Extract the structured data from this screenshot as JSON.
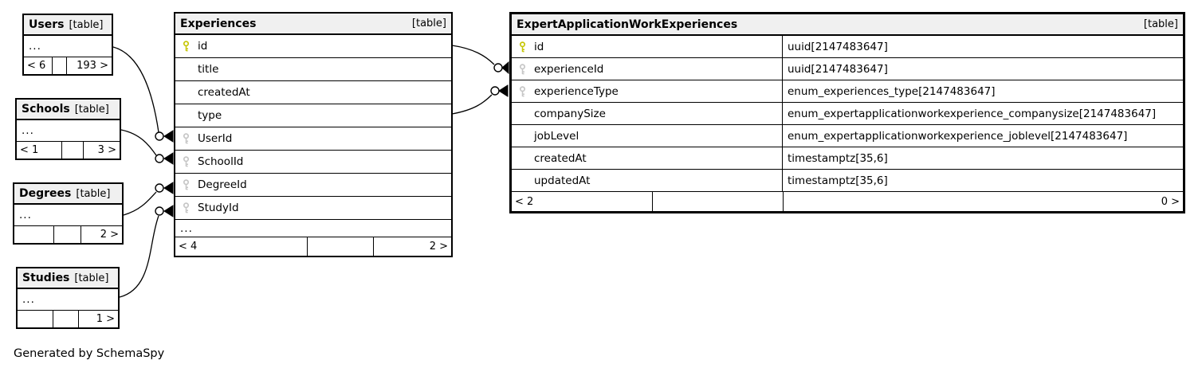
{
  "note": "Generated by SchemaSpy",
  "tables": {
    "users": {
      "name": "Users",
      "tag": "[table]",
      "ellipsis": "...",
      "footer": {
        "left": "< 6",
        "mid": "",
        "right": "193 >"
      }
    },
    "schools": {
      "name": "Schools",
      "tag": "[table]",
      "ellipsis": "...",
      "footer": {
        "left": "< 1",
        "mid": "",
        "right": "3 >"
      }
    },
    "degrees": {
      "name": "Degrees",
      "tag": "[table]",
      "ellipsis": "...",
      "footer": {
        "left": "",
        "mid": "",
        "right": "2 >"
      }
    },
    "studies": {
      "name": "Studies",
      "tag": "[table]",
      "ellipsis": "...",
      "footer": {
        "left": "",
        "mid": "",
        "right": "1 >"
      }
    },
    "experiences": {
      "name": "Experiences",
      "tag": "[table]",
      "ellipsis": "...",
      "columns": [
        {
          "name": "id",
          "key": "pk"
        },
        {
          "name": "title",
          "key": ""
        },
        {
          "name": "createdAt",
          "key": ""
        },
        {
          "name": "type",
          "key": ""
        },
        {
          "name": "UserId",
          "key": "fk"
        },
        {
          "name": "SchoolId",
          "key": "fk"
        },
        {
          "name": "DegreeId",
          "key": "fk"
        },
        {
          "name": "StudyId",
          "key": "fk"
        }
      ],
      "footer": {
        "left": "< 4",
        "mid": "",
        "right": "2 >"
      }
    },
    "expert": {
      "name": "ExpertApplicationWorkExperiences",
      "tag": "[table]",
      "columns": [
        {
          "name": "id",
          "type": "uuid[2147483647]",
          "key": "pk"
        },
        {
          "name": "experienceId",
          "type": "uuid[2147483647]",
          "key": "fk"
        },
        {
          "name": "experienceType",
          "type": "enum_experiences_type[2147483647]",
          "key": "fk"
        },
        {
          "name": "companySize",
          "type": "enum_expertapplicationworkexperience_companysize[2147483647]",
          "key": ""
        },
        {
          "name": "jobLevel",
          "type": "enum_expertapplicationworkexperience_joblevel[2147483647]",
          "key": ""
        },
        {
          "name": "createdAt",
          "type": "timestamptz[35,6]",
          "key": ""
        },
        {
          "name": "updatedAt",
          "type": "timestamptz[35,6]",
          "key": ""
        }
      ],
      "footer": {
        "left": "< 2",
        "mid": "",
        "right": "0 >"
      }
    }
  },
  "colors": {
    "pk_key": "#c6c606",
    "fk_key": "#c6c6c6",
    "header_bg": "#f0f0f0",
    "border": "#000000"
  }
}
